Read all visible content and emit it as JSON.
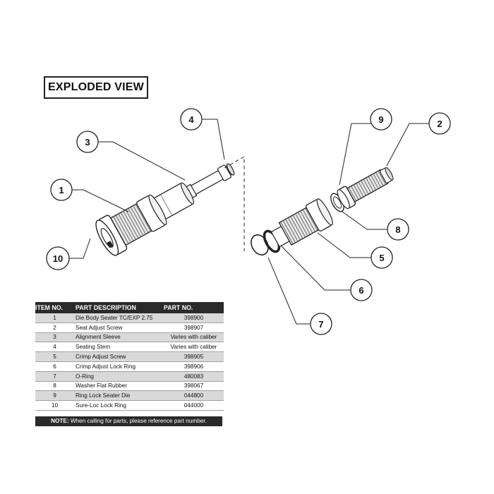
{
  "title": "EXPLODED VIEW",
  "callouts": [
    "1",
    "2",
    "3",
    "4",
    "5",
    "6",
    "7",
    "8",
    "9",
    "10"
  ],
  "table": {
    "headers": [
      "ITEM NO.",
      "PART DESCRIPTION",
      "PART NO."
    ],
    "rows": [
      {
        "item": "1",
        "description": "Die Body Seater TC/EXP 2.75",
        "part_no": "398900"
      },
      {
        "item": "2",
        "description": "Seat Adjust Screw",
        "part_no": "398907"
      },
      {
        "item": "3",
        "description": "Alignment Sleeve",
        "part_no": "Varies with caliber"
      },
      {
        "item": "4",
        "description": "Seating Stem",
        "part_no": "Varies with caliber"
      },
      {
        "item": "5",
        "description": "Crimp Adjust Screw",
        "part_no": "398905"
      },
      {
        "item": "6",
        "description": "Crimp Adjust Lock Ring",
        "part_no": "398906"
      },
      {
        "item": "7",
        "description": "O-Ring",
        "part_no": "480083"
      },
      {
        "item": "8",
        "description": "Washer Flat Rubber",
        "part_no": "398067"
      },
      {
        "item": "9",
        "description": "Ring Lock Seater Die",
        "part_no": "044800"
      },
      {
        "item": "10",
        "description": "Sure-Loc Lock Ring",
        "part_no": "044000"
      }
    ],
    "note_label": "NOTE:",
    "note_text": "When calling for parts, please reference part number."
  }
}
